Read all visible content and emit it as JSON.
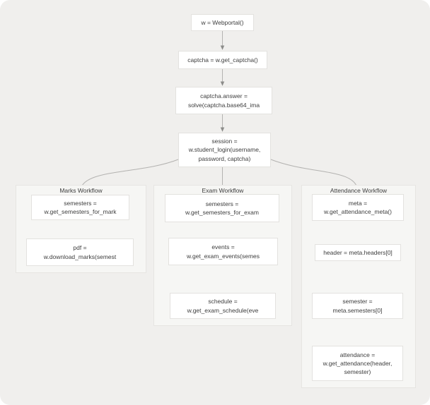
{
  "diagram": {
    "title_hint": "student web-portal automation flowchart",
    "colors": {
      "canvas_background": "#f0efed",
      "group_background": "#f6f6f4",
      "group_border": "#e6e5e2",
      "node_background": "#ffffff",
      "node_border": "#e3e2df",
      "edge_color": "#b3b2b0",
      "arrowhead_color": "#8c8c8a",
      "text_color": "#3d3d3d"
    },
    "nodes": {
      "webportal": {
        "text": "w = Webportal()"
      },
      "get_captcha": {
        "text": "captcha = w.get_captcha()"
      },
      "solve_captcha": {
        "text": "captcha.answer =\nsolve(captcha.base64_ima"
      },
      "login": {
        "text": "session =\nw.student_login(username,\npassword, captcha)"
      },
      "marks_semesters": {
        "text": "semesters =\nw.get_semesters_for_mark"
      },
      "marks_pdf": {
        "text": "pdf =\nw.download_marks(semest"
      },
      "exam_semesters": {
        "text": "semesters =\nw.get_semesters_for_exam"
      },
      "exam_events": {
        "text": "events =\nw.get_exam_events(semes"
      },
      "exam_schedule": {
        "text": "schedule =\nw.get_exam_schedule(eve"
      },
      "attendance_meta": {
        "text": "meta =\nw.get_attendance_meta()"
      },
      "attendance_header": {
        "text": "header = meta.headers[0]"
      },
      "attendance_semester": {
        "text": "semester =\nmeta.semesters[0]"
      },
      "attendance_result": {
        "text": "attendance =\nw.get_attendance(header,\nsemester)"
      }
    },
    "groups": {
      "marks": {
        "title": "Marks Workflow"
      },
      "exam": {
        "title": "Exam Workflow"
      },
      "attendance": {
        "title": "Attendance Workflow"
      }
    }
  }
}
